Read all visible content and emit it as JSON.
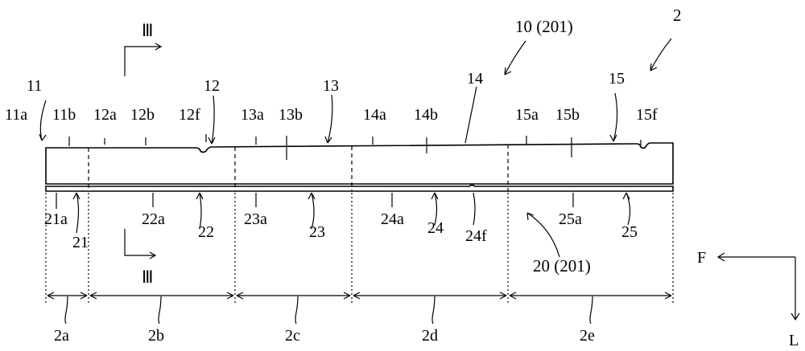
{
  "top_labels": {
    "ref_2": "2",
    "ref_10": "10 (201)",
    "ref_20": "20 (201)",
    "section_mark_top": "Ⅲ",
    "section_mark_bottom": "Ⅲ",
    "n11": "11",
    "n11a": "11a",
    "n11b": "11b",
    "n12": "12",
    "n12a": "12a",
    "n12b": "12b",
    "n12f": "12f",
    "n13": "13",
    "n13a": "13a",
    "n13b": "13b",
    "n14": "14",
    "n14a": "14a",
    "n14b": "14b",
    "n15": "15",
    "n15a": "15a",
    "n15b": "15b",
    "n15f": "15f"
  },
  "bottom_labels": {
    "n21": "21",
    "n21a": "21a",
    "n22": "22",
    "n22a": "22a",
    "n23": "23",
    "n23a": "23a",
    "n24": "24",
    "n24a": "24a",
    "n24f": "24f",
    "n25": "25",
    "n25a": "25a"
  },
  "dimension_labels": [
    "2a",
    "2b",
    "2c",
    "2d",
    "2e"
  ],
  "axes": {
    "forward": "F",
    "lateral": "L"
  }
}
